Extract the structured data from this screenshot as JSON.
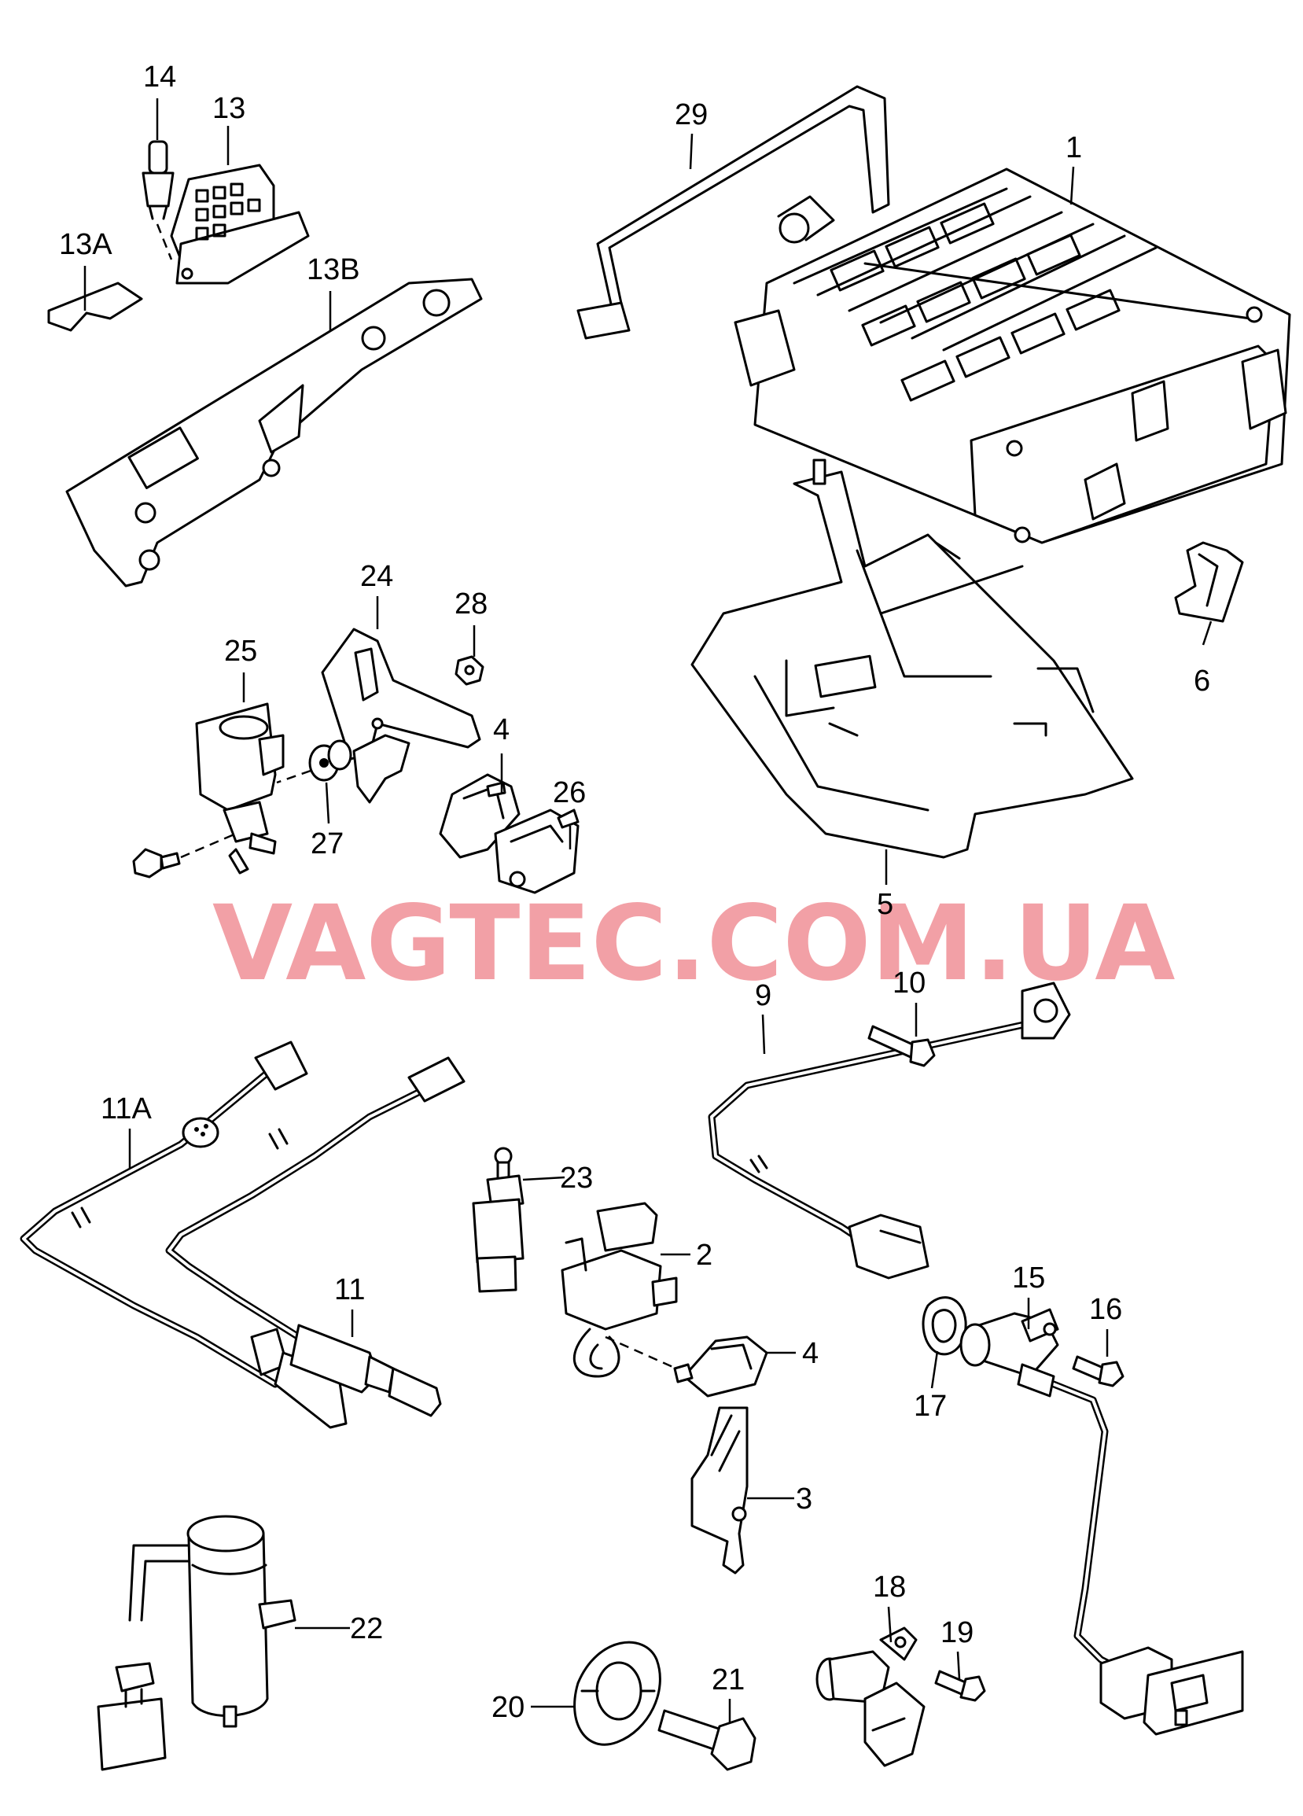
{
  "watermark": {
    "text": "VAGTEC.COM.UA",
    "color": "#f2a0a6"
  },
  "callouts": {
    "c1": "1",
    "c2": "2",
    "c3": "3",
    "c4a": "4",
    "c4b": "4",
    "c5": "5",
    "c6": "6",
    "c9": "9",
    "c10": "10",
    "c11": "11",
    "c11a": "11A",
    "c13": "13",
    "c13a": "13A",
    "c13b": "13B",
    "c14": "14",
    "c15": "15",
    "c16": "16",
    "c17": "17",
    "c18": "18",
    "c19": "19",
    "c20": "20",
    "c21": "21",
    "c22": "22",
    "c23": "23",
    "c24": "24",
    "c25": "25",
    "c26": "26",
    "c27": "27",
    "c28": "28",
    "c29": "29"
  }
}
